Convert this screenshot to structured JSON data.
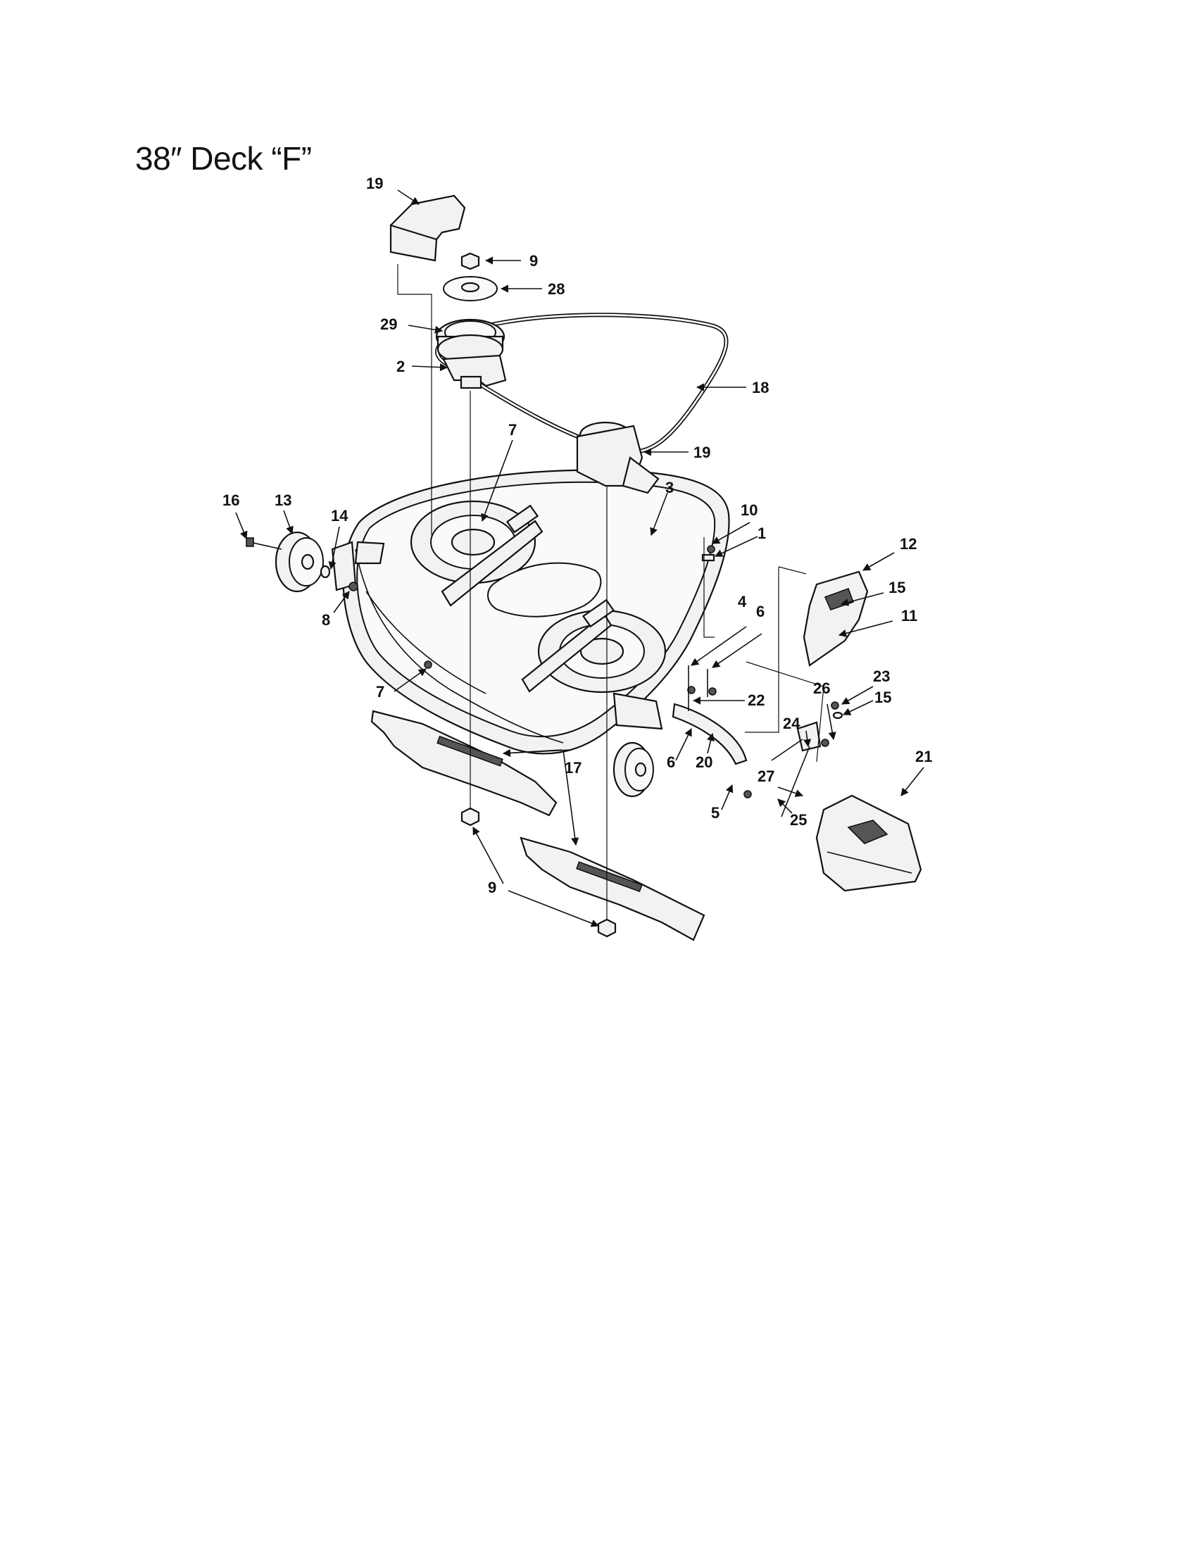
{
  "title": "38″ Deck “F”",
  "callouts": [
    {
      "number": "19"
    },
    {
      "number": "9"
    },
    {
      "number": "28"
    },
    {
      "number": "29"
    },
    {
      "number": "2"
    },
    {
      "number": "18"
    },
    {
      "number": "7"
    },
    {
      "number": "19"
    },
    {
      "number": "3"
    },
    {
      "number": "16"
    },
    {
      "number": "13"
    },
    {
      "number": "14"
    },
    {
      "number": "10"
    },
    {
      "number": "1"
    },
    {
      "number": "12"
    },
    {
      "number": "15"
    },
    {
      "number": "11"
    },
    {
      "number": "8"
    },
    {
      "number": "4"
    },
    {
      "number": "6"
    },
    {
      "number": "7"
    },
    {
      "number": "23"
    },
    {
      "number": "26"
    },
    {
      "number": "15"
    },
    {
      "number": "22"
    },
    {
      "number": "24"
    },
    {
      "number": "21"
    },
    {
      "number": "27"
    },
    {
      "number": "6"
    },
    {
      "number": "20"
    },
    {
      "number": "17"
    },
    {
      "number": "5"
    },
    {
      "number": "25"
    },
    {
      "number": "9"
    }
  ]
}
